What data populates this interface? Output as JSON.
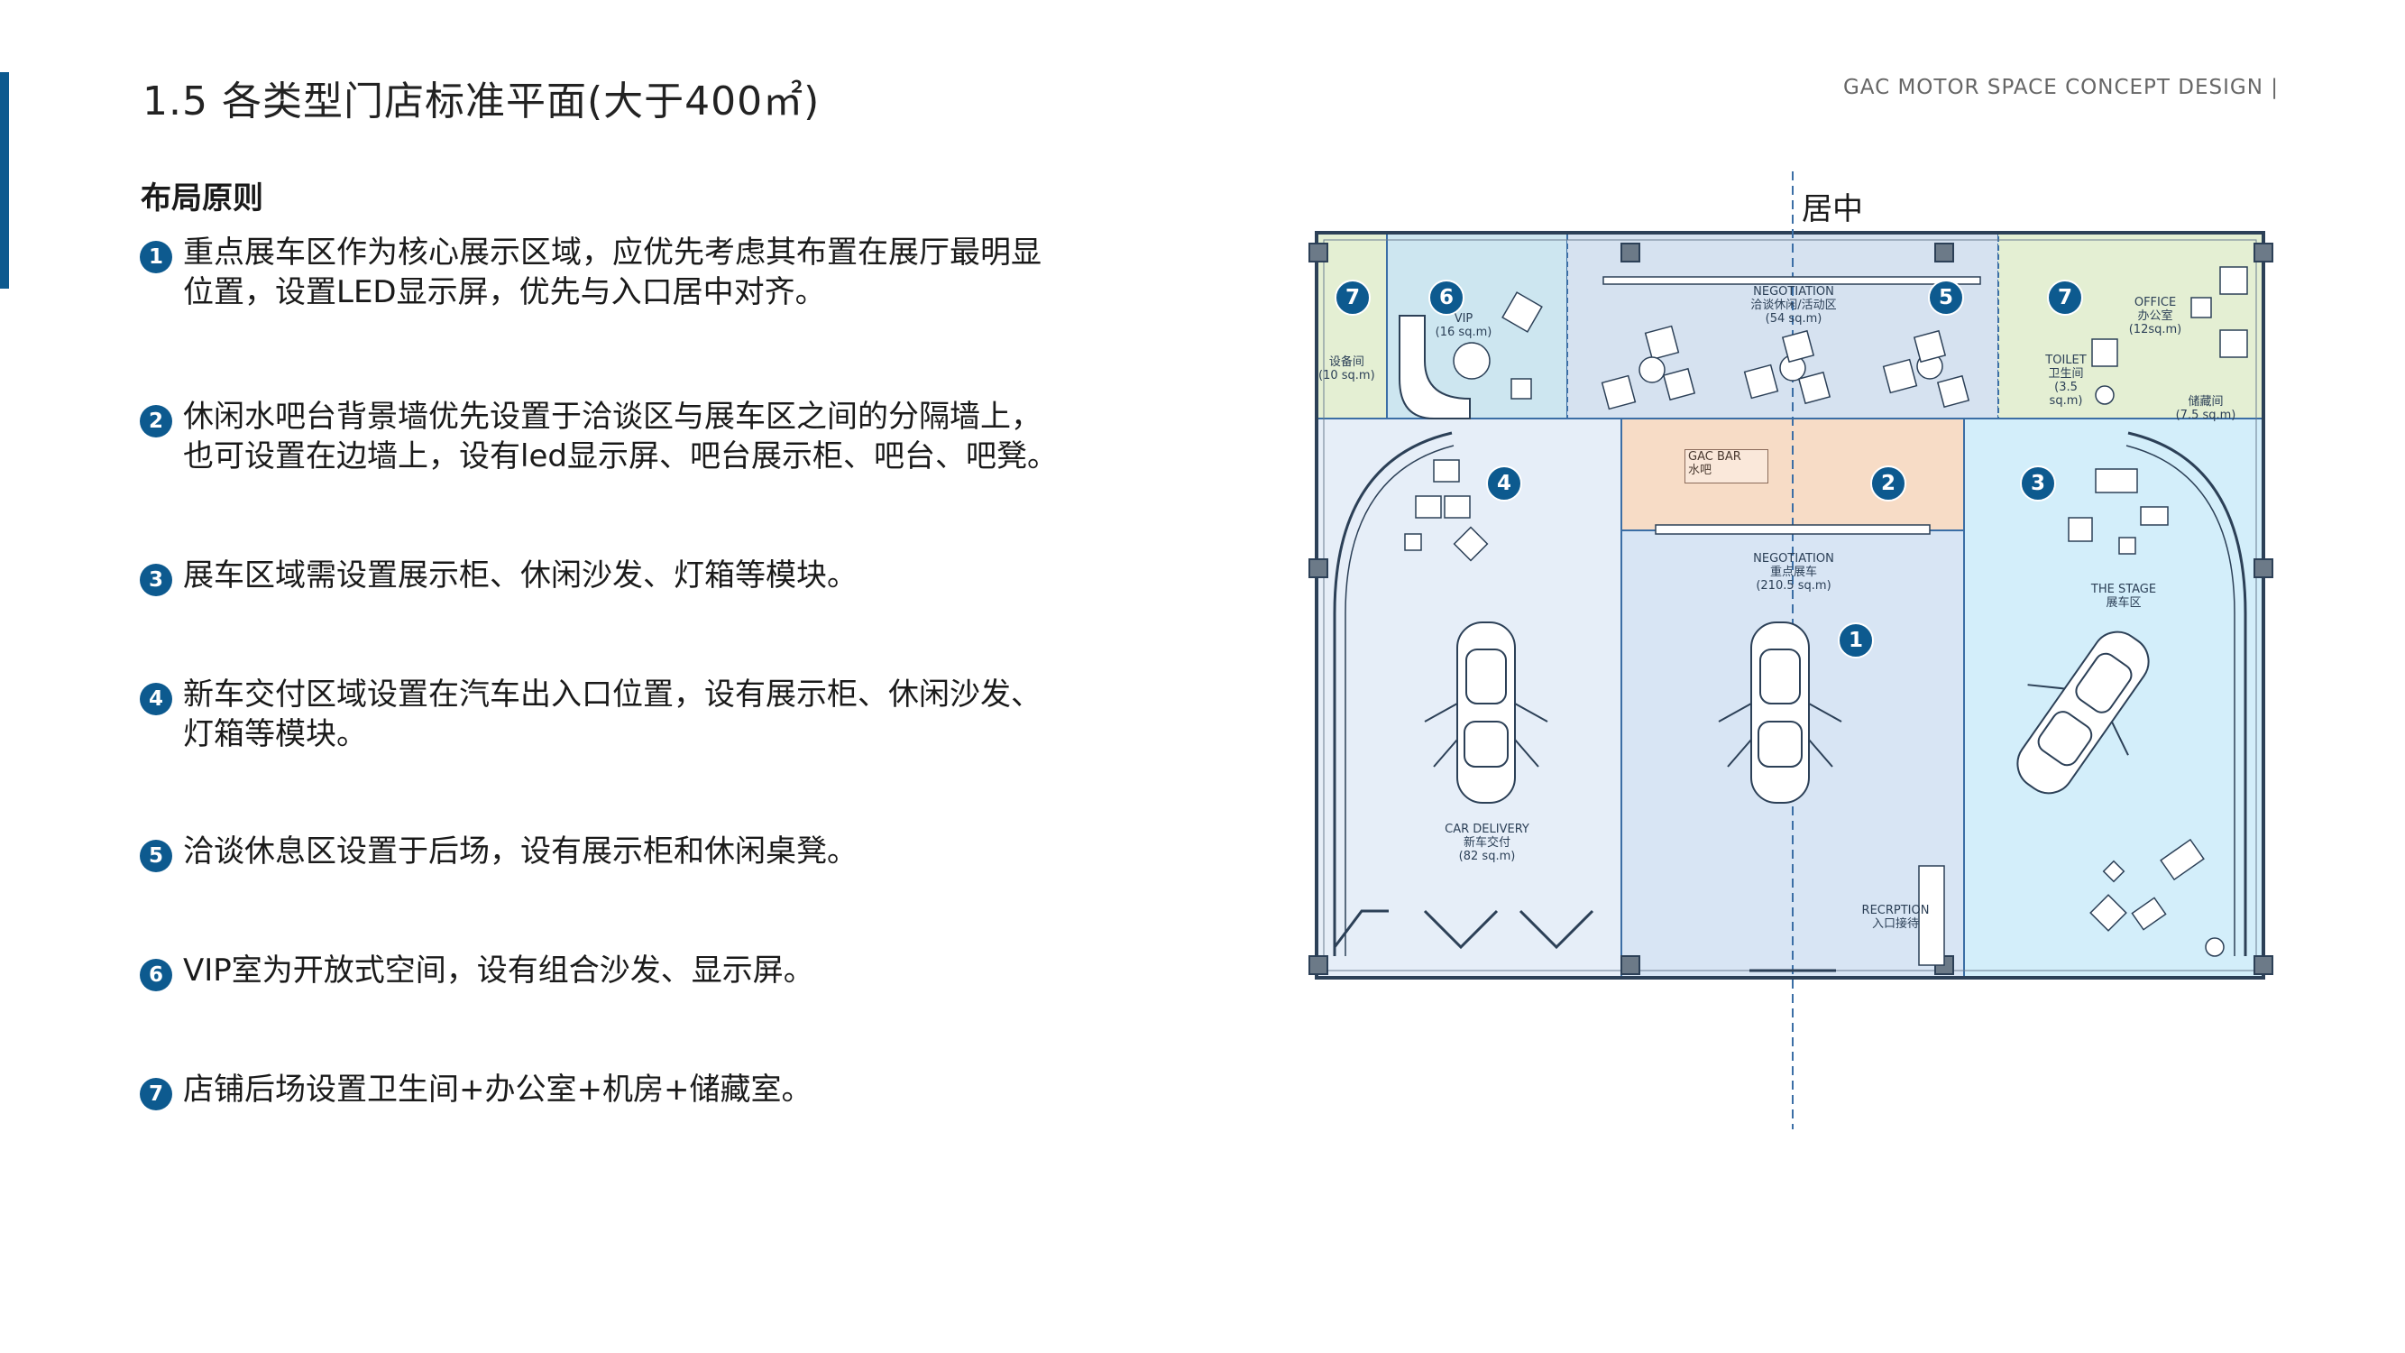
{
  "header": {
    "title": "1.5 各类型门店标准平面(大于400㎡)",
    "brand": "GAC MOTOR SPACE CONCEPT DESIGN  |"
  },
  "section": {
    "heading": "布局原则"
  },
  "principles": [
    {
      "num": "1",
      "text": "重点展车区作为核心展示区域，应优先考虑其布置在展厅最明显\n位置，设置LED显示屏，优先与入口居中对齐。"
    },
    {
      "num": "2",
      "text": "休闲水吧台背景墙优先设置于洽谈区与展车区之间的分隔墙上，\n也可设置在边墙上，设有led显示屏、吧台展示柜、吧台、吧凳。"
    },
    {
      "num": "3",
      "text": "展车区域需设置展示柜、休闲沙发、灯箱等模块。"
    },
    {
      "num": "4",
      "text": "新车交付区域设置在汽车出入口位置，设有展示柜、休闲沙发、\n灯箱等模块。"
    },
    {
      "num": "5",
      "text": "洽谈休息区设置于后场，设有展示柜和休闲桌凳。"
    },
    {
      "num": "6",
      "text": "VIP室为开放式空间，设有组合沙发、显示屏。"
    },
    {
      "num": "7",
      "text": "店铺后场设置卫生间+办公室+机房+储藏室。"
    }
  ],
  "plan": {
    "center_label": "居中",
    "zones": {
      "equipment": "设备间\n(10 sq.m)",
      "vip": "VIP\n(16 sq.m)",
      "negotiation_top": "NEGOTIATION\n洽谈休闲/活动区\n(54 sq.m)",
      "office": "OFFICE\n办公室\n(12sq.m)",
      "toilet": "TOILET\n卫生间\n(3.5 sq.m)",
      "storage": "储藏间\n(7.5 sq.m)",
      "bar": "GAC BAR\n水吧",
      "negotiation_center": "NEGOTIATION\n重点展车\n(210.5 sq.m)",
      "stage": "THE STAGE\n展车区",
      "delivery": "CAR DELIVERY\n新车交付\n(82 sq.m)",
      "reception": "RECRPTION\n入口接待"
    },
    "badges": [
      "7",
      "6",
      "5",
      "7",
      "4",
      "2",
      "3",
      "1"
    ],
    "colors": {
      "green": "#e4efd3",
      "vip_blue": "#cde6f0",
      "negotiation_blue": "#d6e2f0",
      "bar_orange": "#f7dcc6",
      "delivery_blue": "#e6eef8",
      "center_blue": "#d8e5f4",
      "stage_blue": "#d3eefa",
      "badge": "#0d5a8f"
    }
  }
}
